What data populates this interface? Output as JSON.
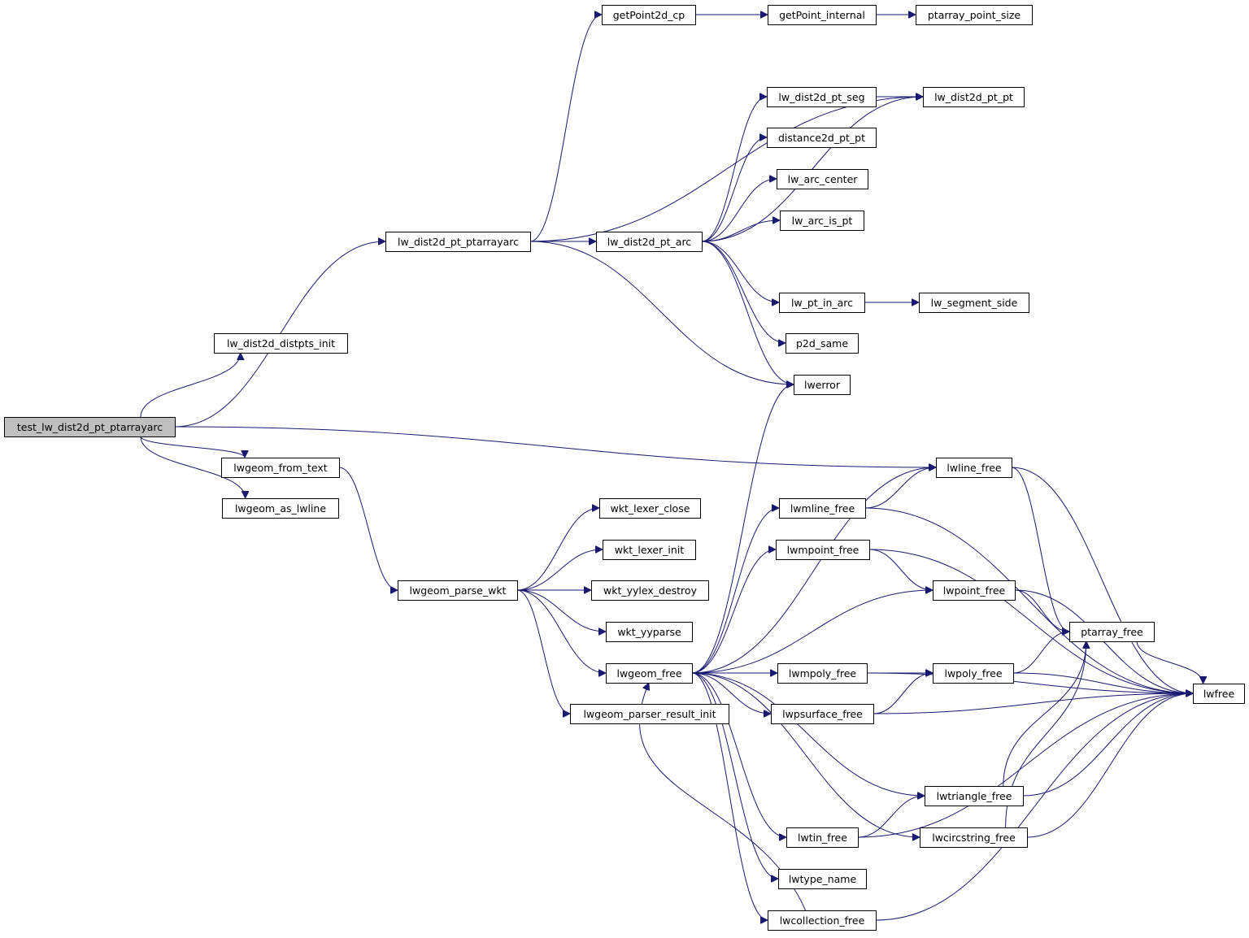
{
  "colors": {
    "edge": "#191970",
    "root_fill": "#bfbfbf",
    "node_fill": "#ffffff",
    "node_border": "#000000"
  },
  "nodes": {
    "test_lw_dist2d_pt_ptarrayarc": "test_lw_dist2d_pt_ptarrayarc",
    "lw_dist2d_distpts_init": "lw_dist2d_distpts_init",
    "lw_dist2d_pt_ptarrayarc": "lw_dist2d_pt_ptarrayarc",
    "lwgeom_from_text": "lwgeom_from_text",
    "lwgeom_as_lwline": "lwgeom_as_lwline",
    "lwline_free": "lwline_free",
    "getPoint2d_cp": "getPoint2d_cp",
    "getPoint_internal": "getPoint_internal",
    "ptarray_point_size": "ptarray_point_size",
    "lw_dist2d_pt_pt": "lw_dist2d_pt_pt",
    "lw_dist2d_pt_arc": "lw_dist2d_pt_arc",
    "lw_dist2d_pt_seg": "lw_dist2d_pt_seg",
    "distance2d_pt_pt": "distance2d_pt_pt",
    "lw_arc_center": "lw_arc_center",
    "lw_arc_is_pt": "lw_arc_is_pt",
    "lw_pt_in_arc": "lw_pt_in_arc",
    "lw_segment_side": "lw_segment_side",
    "p2d_same": "p2d_same",
    "lwerror": "lwerror",
    "lwgeom_parse_wkt": "lwgeom_parse_wkt",
    "wkt_lexer_close": "wkt_lexer_close",
    "wkt_lexer_init": "wkt_lexer_init",
    "wkt_yylex_destroy": "wkt_yylex_destroy",
    "wkt_yyparse": "wkt_yyparse",
    "lwgeom_free": "lwgeom_free",
    "lwgeom_parser_result_init": "lwgeom_parser_result_init",
    "lwmline_free": "lwmline_free",
    "lwmpoint_free": "lwmpoint_free",
    "lwpoint_free": "lwpoint_free",
    "ptarray_free": "ptarray_free",
    "lwmpoly_free": "lwmpoly_free",
    "lwpoly_free": "lwpoly_free",
    "lwpsurface_free": "lwpsurface_free",
    "lwfree": "lwfree",
    "lwtriangle_free": "lwtriangle_free",
    "lwcircstring_free": "lwcircstring_free",
    "lwtin_free": "lwtin_free",
    "lwtype_name": "lwtype_name",
    "lwcollection_free": "lwcollection_free"
  },
  "edges": [
    [
      "test_lw_dist2d_pt_ptarrayarc",
      "lw_dist2d_distpts_init"
    ],
    [
      "test_lw_dist2d_pt_ptarrayarc",
      "lw_dist2d_pt_ptarrayarc"
    ],
    [
      "test_lw_dist2d_pt_ptarrayarc",
      "lwline_free"
    ],
    [
      "test_lw_dist2d_pt_ptarrayarc",
      "lwgeom_from_text"
    ],
    [
      "test_lw_dist2d_pt_ptarrayarc",
      "lwgeom_as_lwline"
    ],
    [
      "lw_dist2d_pt_ptarrayarc",
      "getPoint2d_cp"
    ],
    [
      "lw_dist2d_pt_ptarrayarc",
      "lw_dist2d_pt_pt"
    ],
    [
      "lw_dist2d_pt_ptarrayarc",
      "lw_dist2d_pt_arc"
    ],
    [
      "lw_dist2d_pt_ptarrayarc",
      "lwerror"
    ],
    [
      "getPoint2d_cp",
      "getPoint_internal"
    ],
    [
      "getPoint_internal",
      "ptarray_point_size"
    ],
    [
      "lw_dist2d_pt_arc",
      "lw_dist2d_pt_seg"
    ],
    [
      "lw_dist2d_pt_arc",
      "distance2d_pt_pt"
    ],
    [
      "lw_dist2d_pt_arc",
      "lw_arc_center"
    ],
    [
      "lw_dist2d_pt_arc",
      "lw_arc_is_pt"
    ],
    [
      "lw_dist2d_pt_arc",
      "lw_dist2d_pt_pt"
    ],
    [
      "lw_dist2d_pt_arc",
      "lw_pt_in_arc"
    ],
    [
      "lw_dist2d_pt_arc",
      "p2d_same"
    ],
    [
      "lw_dist2d_pt_arc",
      "lwerror"
    ],
    [
      "lw_dist2d_pt_seg",
      "lw_dist2d_pt_pt"
    ],
    [
      "lw_pt_in_arc",
      "lw_segment_side"
    ],
    [
      "lwgeom_from_text",
      "lwgeom_parse_wkt"
    ],
    [
      "lwgeom_parse_wkt",
      "wkt_lexer_close"
    ],
    [
      "lwgeom_parse_wkt",
      "wkt_lexer_init"
    ],
    [
      "lwgeom_parse_wkt",
      "wkt_yylex_destroy"
    ],
    [
      "lwgeom_parse_wkt",
      "wkt_yyparse"
    ],
    [
      "lwgeom_parse_wkt",
      "lwgeom_free"
    ],
    [
      "lwgeom_parse_wkt",
      "lwgeom_parser_result_init"
    ],
    [
      "lwgeom_free",
      "lwerror"
    ],
    [
      "lwgeom_free",
      "lwline_free"
    ],
    [
      "lwgeom_free",
      "lwmline_free"
    ],
    [
      "lwgeom_free",
      "lwmpoint_free"
    ],
    [
      "lwgeom_free",
      "lwpoint_free"
    ],
    [
      "lwgeom_free",
      "lwpoly_free"
    ],
    [
      "lwgeom_free",
      "lwmpoly_free"
    ],
    [
      "lwgeom_free",
      "lwpsurface_free"
    ],
    [
      "lwgeom_free",
      "lwtriangle_free"
    ],
    [
      "lwgeom_free",
      "lwcircstring_free"
    ],
    [
      "lwgeom_free",
      "lwtin_free"
    ],
    [
      "lwgeom_free",
      "lwtype_name"
    ],
    [
      "lwgeom_free",
      "lwcollection_free"
    ],
    [
      "lwline_free",
      "ptarray_free"
    ],
    [
      "lwline_free",
      "lwfree"
    ],
    [
      "lwmline_free",
      "lwline_free"
    ],
    [
      "lwmline_free",
      "lwfree"
    ],
    [
      "lwmpoint_free",
      "lwpoint_free"
    ],
    [
      "lwmpoint_free",
      "lwfree"
    ],
    [
      "lwpoint_free",
      "ptarray_free"
    ],
    [
      "lwpoint_free",
      "lwfree"
    ],
    [
      "ptarray_free",
      "lwfree"
    ],
    [
      "lwmpoly_free",
      "lwpoly_free"
    ],
    [
      "lwmpoly_free",
      "lwfree"
    ],
    [
      "lwpoly_free",
      "ptarray_free"
    ],
    [
      "lwpoly_free",
      "lwfree"
    ],
    [
      "lwpsurface_free",
      "lwpoly_free"
    ],
    [
      "lwpsurface_free",
      "lwfree"
    ],
    [
      "lwtriangle_free",
      "ptarray_free"
    ],
    [
      "lwtriangle_free",
      "lwfree"
    ],
    [
      "lwcircstring_free",
      "ptarray_free"
    ],
    [
      "lwcircstring_free",
      "lwfree"
    ],
    [
      "lwtin_free",
      "lwtriangle_free"
    ],
    [
      "lwtin_free",
      "lwfree"
    ],
    [
      "lwcollection_free",
      "lwgeom_free"
    ],
    [
      "lwcollection_free",
      "lwfree"
    ]
  ]
}
